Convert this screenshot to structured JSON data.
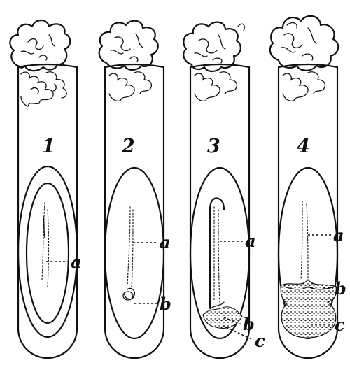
{
  "tubes": [
    {
      "number": "1",
      "labels": [
        "a"
      ]
    },
    {
      "number": "2",
      "labels": [
        "a",
        "b"
      ]
    },
    {
      "number": "3",
      "labels": [
        "a",
        "b",
        "c"
      ]
    },
    {
      "number": "4",
      "labels": [
        "a",
        "b",
        "c"
      ]
    }
  ]
}
